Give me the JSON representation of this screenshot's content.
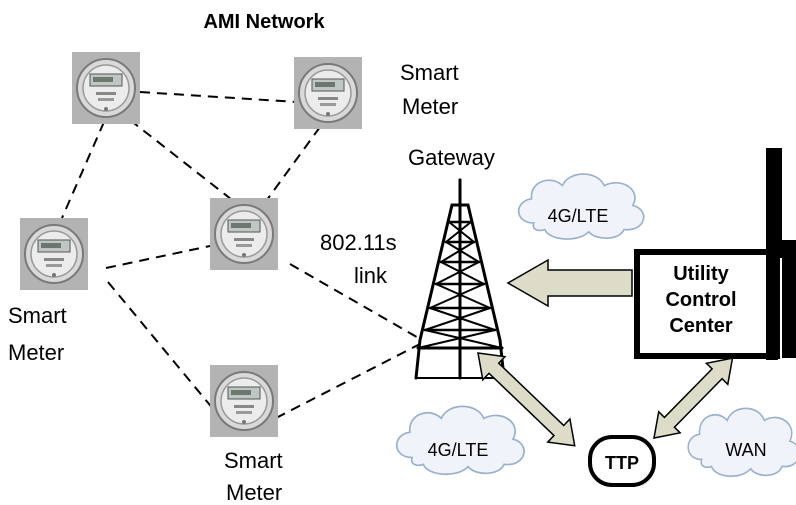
{
  "title": "AMI Network",
  "meters": [
    {
      "id": "m1",
      "label": ""
    },
    {
      "id": "m2",
      "label": "Smart Meter"
    },
    {
      "id": "m3",
      "label": "Smart Meter"
    },
    {
      "id": "m4",
      "label": ""
    },
    {
      "id": "m5",
      "label": "Smart Meter"
    }
  ],
  "labels": {
    "smart": "Smart",
    "meter": "Meter",
    "gateway": "Gateway",
    "link_line1": "802.11s",
    "link_line2": "link",
    "cloud_lte_top": "4G/LTE",
    "cloud_lte_bottom": "4G/LTE",
    "cloud_wan": "WAN",
    "ttp": "TTP",
    "ucc_line1": "Utility",
    "ucc_line2": "Control",
    "ucc_line3": "Center"
  },
  "icons": {
    "meter": "smart-meter-icon",
    "tower": "gateway-tower-icon",
    "cloud": "cloud-icon",
    "building": "utility-building-icon"
  },
  "colors": {
    "arrow_fill": "#dcdcc8",
    "cloud_fill": "#f0f4fa",
    "cloud_stroke": "#9ab0cc",
    "meter_bg": "#a8a8a8"
  }
}
